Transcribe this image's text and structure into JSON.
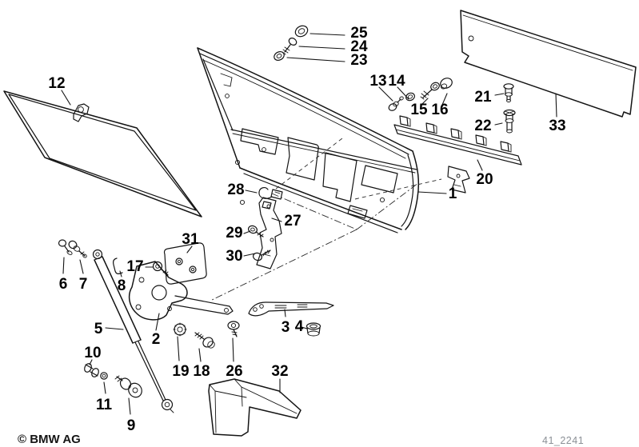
{
  "labels": {
    "p1": "1",
    "p2": "2",
    "p3": "3",
    "p4": "4",
    "p5": "5",
    "p6": "6",
    "p7": "7",
    "p8": "8",
    "p9": "9",
    "p10": "10",
    "p11": "11",
    "p12": "12",
    "p13": "13",
    "p14": "14",
    "p15": "15",
    "p16": "16",
    "p17": "17",
    "p18": "18",
    "p19": "19",
    "p20": "20",
    "p21": "21",
    "p22": "22",
    "p23": "23",
    "p24": "24",
    "p25": "25",
    "p26": "26",
    "p27": "27",
    "p28": "28",
    "p29": "29",
    "p30": "30",
    "p31": "31",
    "p32": "32",
    "p33": "33"
  },
  "footer": {
    "copyright": "© BMW AG",
    "drawing_number": "41_2241"
  },
  "colors": {
    "background": "#ffffff",
    "line_art": "#141414",
    "drawing_number_text": "#8b9096"
  }
}
